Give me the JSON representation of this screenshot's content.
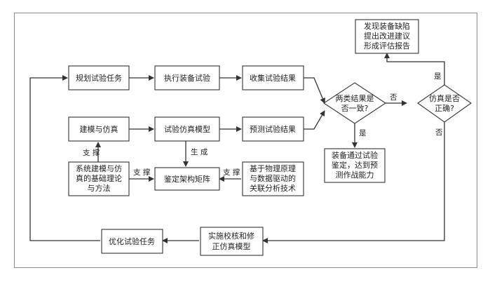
{
  "nodes": {
    "plan_task": "规划试验任务",
    "execute_test": "执行装备试验",
    "collect_results": "收集试验结果",
    "modeling_sim": "建模与仿真",
    "test_sim_model": "试验仿真模型",
    "predict_results": "预测试验结果",
    "theory_line1": "系统建模与仿",
    "theory_line2": "真的基础理论",
    "theory_line3": "与方法",
    "identify_matrix": "鉴定架构矩阵",
    "physics_line1": "基于物理原理",
    "physics_line2": "与数据驱动的",
    "physics_line3": "关联分析技术",
    "consistent_line1": "两类结果是",
    "consistent_line2": "否一致?",
    "sim_correct_line1": "仿真是否",
    "sim_correct_line2": "正确?",
    "defects_line1": "发现装备缺陷",
    "defects_line2": "提出改进建议",
    "defects_line3": "形成评估报告",
    "passed_line1": "装备通过试验",
    "passed_line2": "鉴定，达到预",
    "passed_line3": "测作战能力",
    "calibrate_line1": "实施校核和修",
    "calibrate_line2": "正仿真模型",
    "optimize_task": "优化试验任务"
  },
  "edge_labels": {
    "support_left": "支 撑",
    "generate": "生 成",
    "support_mid": "支 撑",
    "support_right": "支 撑",
    "consistent_no": "否",
    "consistent_yes": "是",
    "sim_yes": "是",
    "sim_no": "否"
  }
}
